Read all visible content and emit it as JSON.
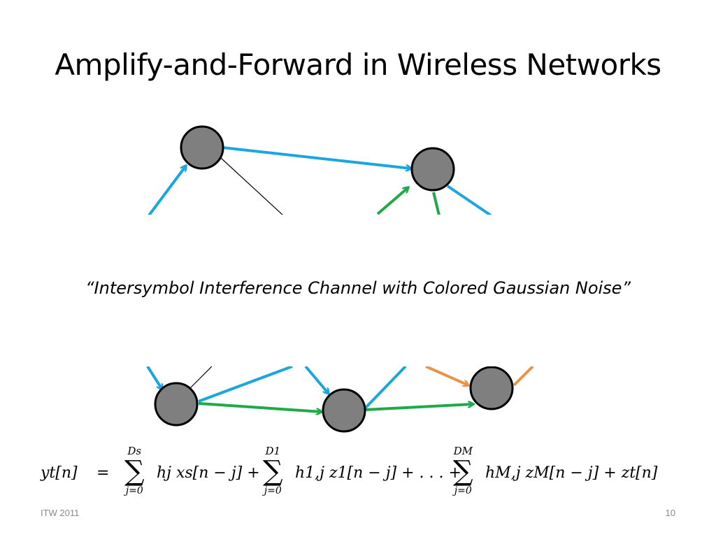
{
  "slide": {
    "title": "Amplify-and-Forward in Wireless Networks",
    "quote": "“Intersymbol Interference Channel with Colored Gaussian Noise”",
    "footer_left": "ITW 2011",
    "page_number": "10"
  },
  "colors": {
    "node_fill": "#7f7f7f",
    "node_stroke": "#000000",
    "blue_edge": "#1ba6e0",
    "green_edge": "#1faa4a",
    "orange_edge": "#e8944a",
    "black_edge": "#000000"
  },
  "equation": {
    "lhs": "yt[n]",
    "equals": "=",
    "sums": [
      {
        "upper": "Ds",
        "lower": "j=0",
        "term": "hj xs[n − j] +"
      },
      {
        "upper": "D1",
        "lower": "j=0",
        "term": "h1,j z1[n − j] + . . . +"
      },
      {
        "upper": "DM",
        "lower": "j=0",
        "term": "hM,j zM[n − j] + zt[n]"
      }
    ]
  }
}
